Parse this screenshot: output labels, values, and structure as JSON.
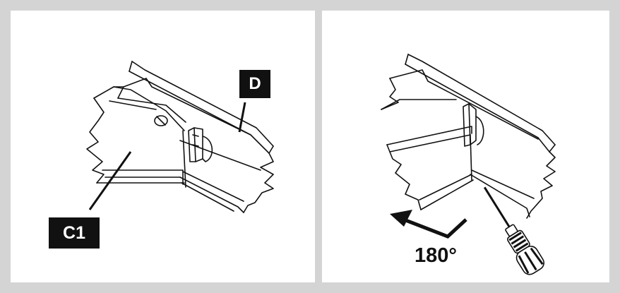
{
  "figure": {
    "panels": [
      {
        "callouts": [
          "D",
          "C1"
        ]
      },
      {
        "rotation": "180°"
      }
    ]
  },
  "colors": {
    "background": "#d4d4d4",
    "panel": "#ffffff",
    "ink": "#111111"
  },
  "icons": [
    "rail-profile",
    "clip-bracket",
    "rotate-arrow-icon",
    "screwdriver-icon"
  ]
}
